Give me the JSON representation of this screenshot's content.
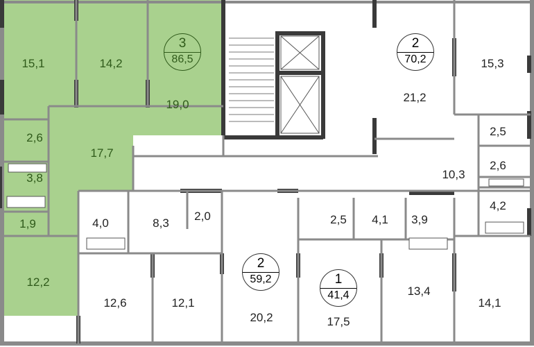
{
  "colors": {
    "highlight": "#a9d18e",
    "wall": "#3a3a3a",
    "partition": "#8a8a8a",
    "text": "#222222",
    "highlight_text": "#2f5a1a"
  },
  "apartments": [
    {
      "id": "apt-3",
      "rooms": "3",
      "area": "86,5",
      "highlighted": true
    },
    {
      "id": "apt-2a",
      "rooms": "2",
      "area": "70,2",
      "highlighted": false
    },
    {
      "id": "apt-2b",
      "rooms": "2",
      "area": "59,2",
      "highlighted": false
    },
    {
      "id": "apt-1",
      "rooms": "1",
      "area": "41,4",
      "highlighted": false
    }
  ],
  "rooms": [
    {
      "area": "15,1",
      "apt": "apt-3"
    },
    {
      "area": "14,2",
      "apt": "apt-3"
    },
    {
      "area": "19,0",
      "apt": "apt-3"
    },
    {
      "area": "17,7",
      "apt": "apt-3"
    },
    {
      "area": "2,6",
      "apt": "apt-3"
    },
    {
      "area": "3,8",
      "apt": "apt-3"
    },
    {
      "area": "1,9",
      "apt": "apt-3"
    },
    {
      "area": "12,2",
      "apt": "apt-3"
    },
    {
      "area": "21,2",
      "apt": "apt-2a"
    },
    {
      "area": "15,3",
      "apt": "apt-2a"
    },
    {
      "area": "2,5",
      "apt": "apt-2a"
    },
    {
      "area": "2,6",
      "apt": "apt-2a"
    },
    {
      "area": "10,3",
      "apt": "apt-2a"
    },
    {
      "area": "4,2",
      "apt": "apt-2a"
    },
    {
      "area": "4,0",
      "apt": "apt-2b"
    },
    {
      "area": "8,3",
      "apt": "apt-2b"
    },
    {
      "area": "2,0",
      "apt": "apt-2b"
    },
    {
      "area": "12,6",
      "apt": "apt-2b"
    },
    {
      "area": "12,1",
      "apt": "apt-2b"
    },
    {
      "area": "20,2",
      "apt": "apt-2b"
    },
    {
      "area": "2,5",
      "apt": "apt-1"
    },
    {
      "area": "4,1",
      "apt": "apt-1"
    },
    {
      "area": "17,5",
      "apt": "apt-1"
    },
    {
      "area": "3,9",
      "apt": "other"
    },
    {
      "area": "13,4",
      "apt": "other"
    },
    {
      "area": "14,1",
      "apt": "other"
    }
  ]
}
